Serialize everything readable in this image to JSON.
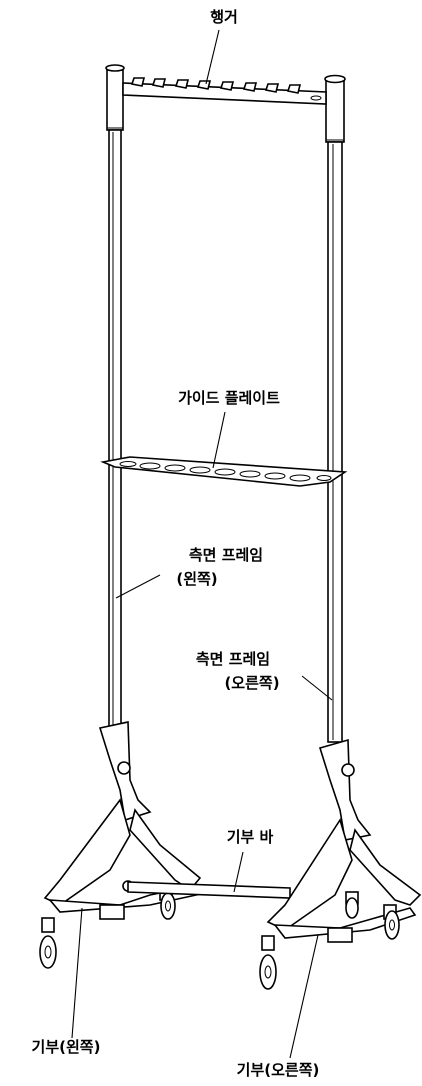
{
  "labels": {
    "hanger": "행거",
    "guide_plate": "가이드 플레이트",
    "side_frame_left_line1": "측면 프레임",
    "side_frame_left_line2": "(왼쪽)",
    "side_frame_right_line1": "측면 프레임",
    "side_frame_right_line2": "(오른쪽)",
    "base_bar": "기부 바",
    "base_left": "기부(왼쪽)",
    "base_right": "기부(오른쪽)"
  }
}
